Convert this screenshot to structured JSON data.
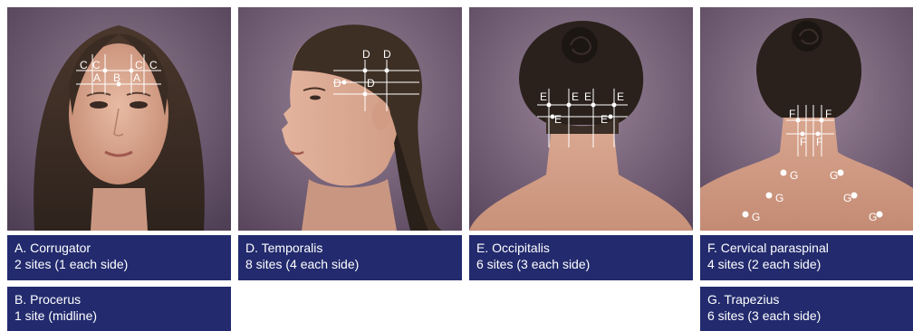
{
  "panels": [
    {
      "id": "A-B",
      "site_labels": {
        "C": "C",
        "A": "A",
        "B": "B"
      },
      "captions": [
        {
          "title": "A. Corrugator",
          "detail": "2 sites  (1 each side)"
        },
        {
          "title": "B. Procerus",
          "detail": "1 site (midline)"
        }
      ]
    },
    {
      "id": "D",
      "site_labels": {
        "D": "D"
      },
      "captions": [
        {
          "title": "D. Temporalis",
          "detail": "8 sites (4 each side)"
        }
      ]
    },
    {
      "id": "E",
      "site_labels": {
        "E": "E"
      },
      "captions": [
        {
          "title": "E. Occipitalis",
          "detail": "6 sites (3 each side)"
        }
      ]
    },
    {
      "id": "F-G",
      "site_labels": {
        "F": "F",
        "G": "G"
      },
      "captions": [
        {
          "title": "F.  Cervical paraspinal",
          "detail": "4 sites (2 each side)"
        },
        {
          "title": "G. Trapezius",
          "detail": "6 sites (3 each side)"
        }
      ]
    }
  ],
  "colors": {
    "caption_bg": "#232b6e",
    "backdrop": "#6f5873",
    "skin": "#d9a78f",
    "hair_light": "#5a4434",
    "hair_dark": "#1f1a17",
    "marker": "#ffffff"
  }
}
